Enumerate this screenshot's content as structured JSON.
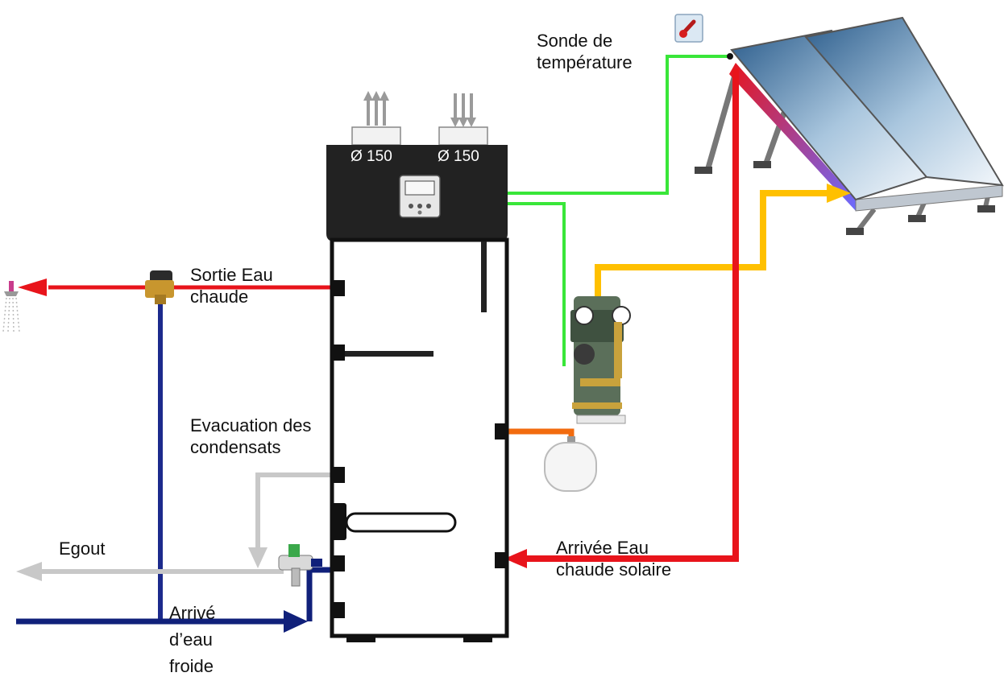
{
  "labels": {
    "sonde": [
      "Sonde de",
      "température"
    ],
    "sortie": [
      "Sortie Eau",
      "chaude"
    ],
    "evacuation": [
      "Evacuation des",
      "condensats"
    ],
    "egout": "Egout",
    "arrive_froide": [
      "Arrivé",
      "d’eau",
      "froide"
    ],
    "arrivee_solaire": [
      "Arrivée Eau",
      "chaude solaire"
    ],
    "duct_left": "Ø 150",
    "duct_right": "Ø 150"
  },
  "colors": {
    "hot": "#e8141b",
    "cold": "#1c2a8c",
    "condensate": "#c8c8c8",
    "sensor_wire": "#39e639",
    "solar_return": "#ffc000",
    "expansion": "#f26b0f",
    "tank_top": "#222222"
  },
  "icons": [
    "thermometer-icon",
    "shower-icon",
    "thermostatic-mixing-valve-icon",
    "safety-group-valve-icon",
    "controller-display-icon",
    "pump-station-icon",
    "expansion-vessel-icon",
    "solar-panel-icon",
    "air-out-arrows-icon",
    "air-in-arrows-icon"
  ]
}
